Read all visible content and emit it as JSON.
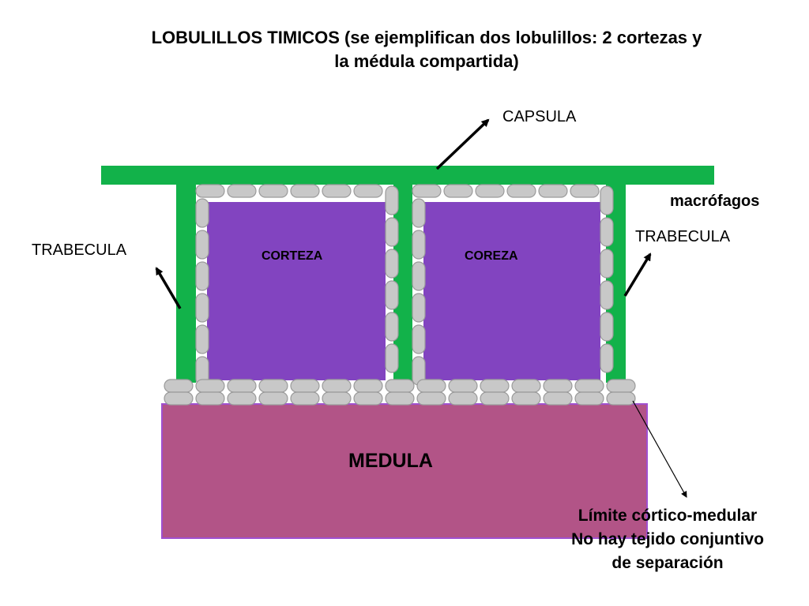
{
  "title": {
    "line1": "LOBULILLOS TIMICOS (se ejemplifican dos lobulillos: 2 cortezas y",
    "line2": "la médula compartida)"
  },
  "labels": {
    "capsula": "CAPSULA",
    "trabecula_left": "TRABECULA",
    "trabecula_right": "TRABECULA",
    "macrofagos": "macrófagos",
    "corteza_1": "CORTEZA",
    "corteza_2": "COREZA",
    "medula": "MEDULA"
  },
  "note": {
    "line1": "Límite córtico-medular",
    "line2": "No hay tejido conjuntivo",
    "line3": "de separación"
  },
  "colors": {
    "capsule_green": "#12b24a",
    "cortex_purple": "#8244c0",
    "medulla_magenta": "#b25487",
    "medulla_border": "#a050d0",
    "cell_gray": "#c8c8c8",
    "cell_outline": "#9a9a9a"
  }
}
